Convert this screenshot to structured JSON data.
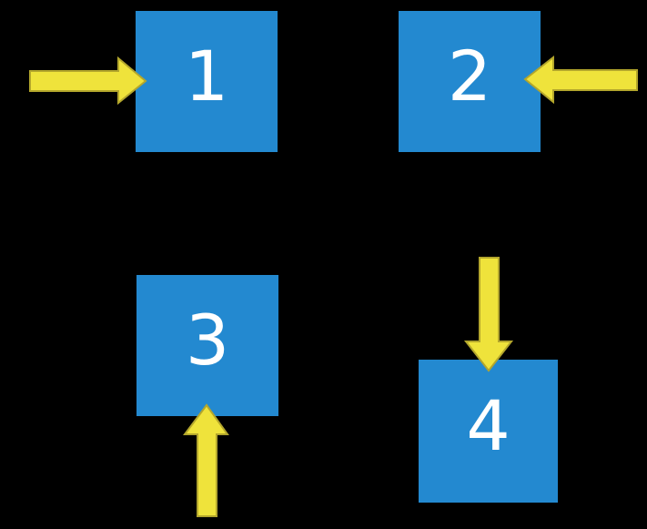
{
  "diagram": {
    "title": "numbered-squares-with-arrows",
    "colors": {
      "background": "#000000",
      "square": "#2389d0",
      "arrow_fill": "#efe33b",
      "arrow_stroke": "#b3a62c",
      "label": "#ffffff"
    },
    "squares": [
      {
        "label": "1",
        "arrow": "right-arrow-icon",
        "arrow_points_to": "left side of square 1"
      },
      {
        "label": "2",
        "arrow": "left-arrow-icon",
        "arrow_points_to": "right side of square 2"
      },
      {
        "label": "3",
        "arrow": "up-arrow-icon",
        "arrow_points_to": "bottom side of square 3"
      },
      {
        "label": "4",
        "arrow": "down-arrow-icon",
        "arrow_points_to": "top side of square 4"
      }
    ]
  }
}
